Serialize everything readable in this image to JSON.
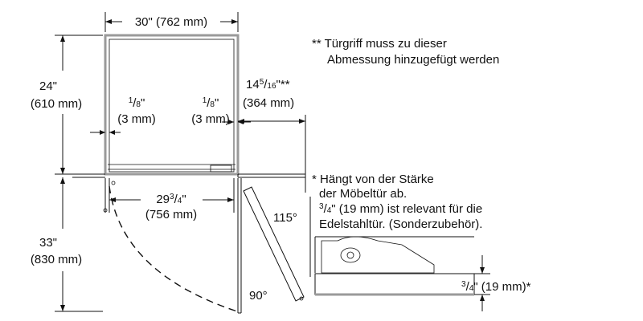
{
  "dimensions": {
    "width_top": "30\" (762 mm)",
    "depth_left_in": "24\"",
    "depth_left_mm": "(610 mm)",
    "gap_left_frac": "1/8\"",
    "gap_left_mm": "(3 mm)",
    "gap_right_frac": "1/8\"",
    "gap_right_mm": "(3 mm)",
    "handle_dim_in": "14 5/16\"**",
    "handle_dim_mm": "(364 mm)",
    "inner_width_in": "29 3/4\"",
    "inner_width_mm": "(756 mm)",
    "swing_left_in": "33\"",
    "swing_left_mm": "(830 mm)",
    "angle_115": "115°",
    "angle_90": "90°",
    "door_thickness": "3/4\" (19 mm)*"
  },
  "notes": {
    "note_handle_line1": "** Türgriff muss zu dieser",
    "note_handle_line2": "Abmessung hinzugefügt werden",
    "note_door_line1": "* Hängt von der Stärke",
    "note_door_line2": "der Möbeltür ab.",
    "note_door_line3": "3/4\" (19 mm) ist relevant für die",
    "note_door_line4": "Edelstahltür. (Sonderzubehör)."
  },
  "colors": {
    "line": "#111111",
    "frame": "#9a9a9a"
  }
}
